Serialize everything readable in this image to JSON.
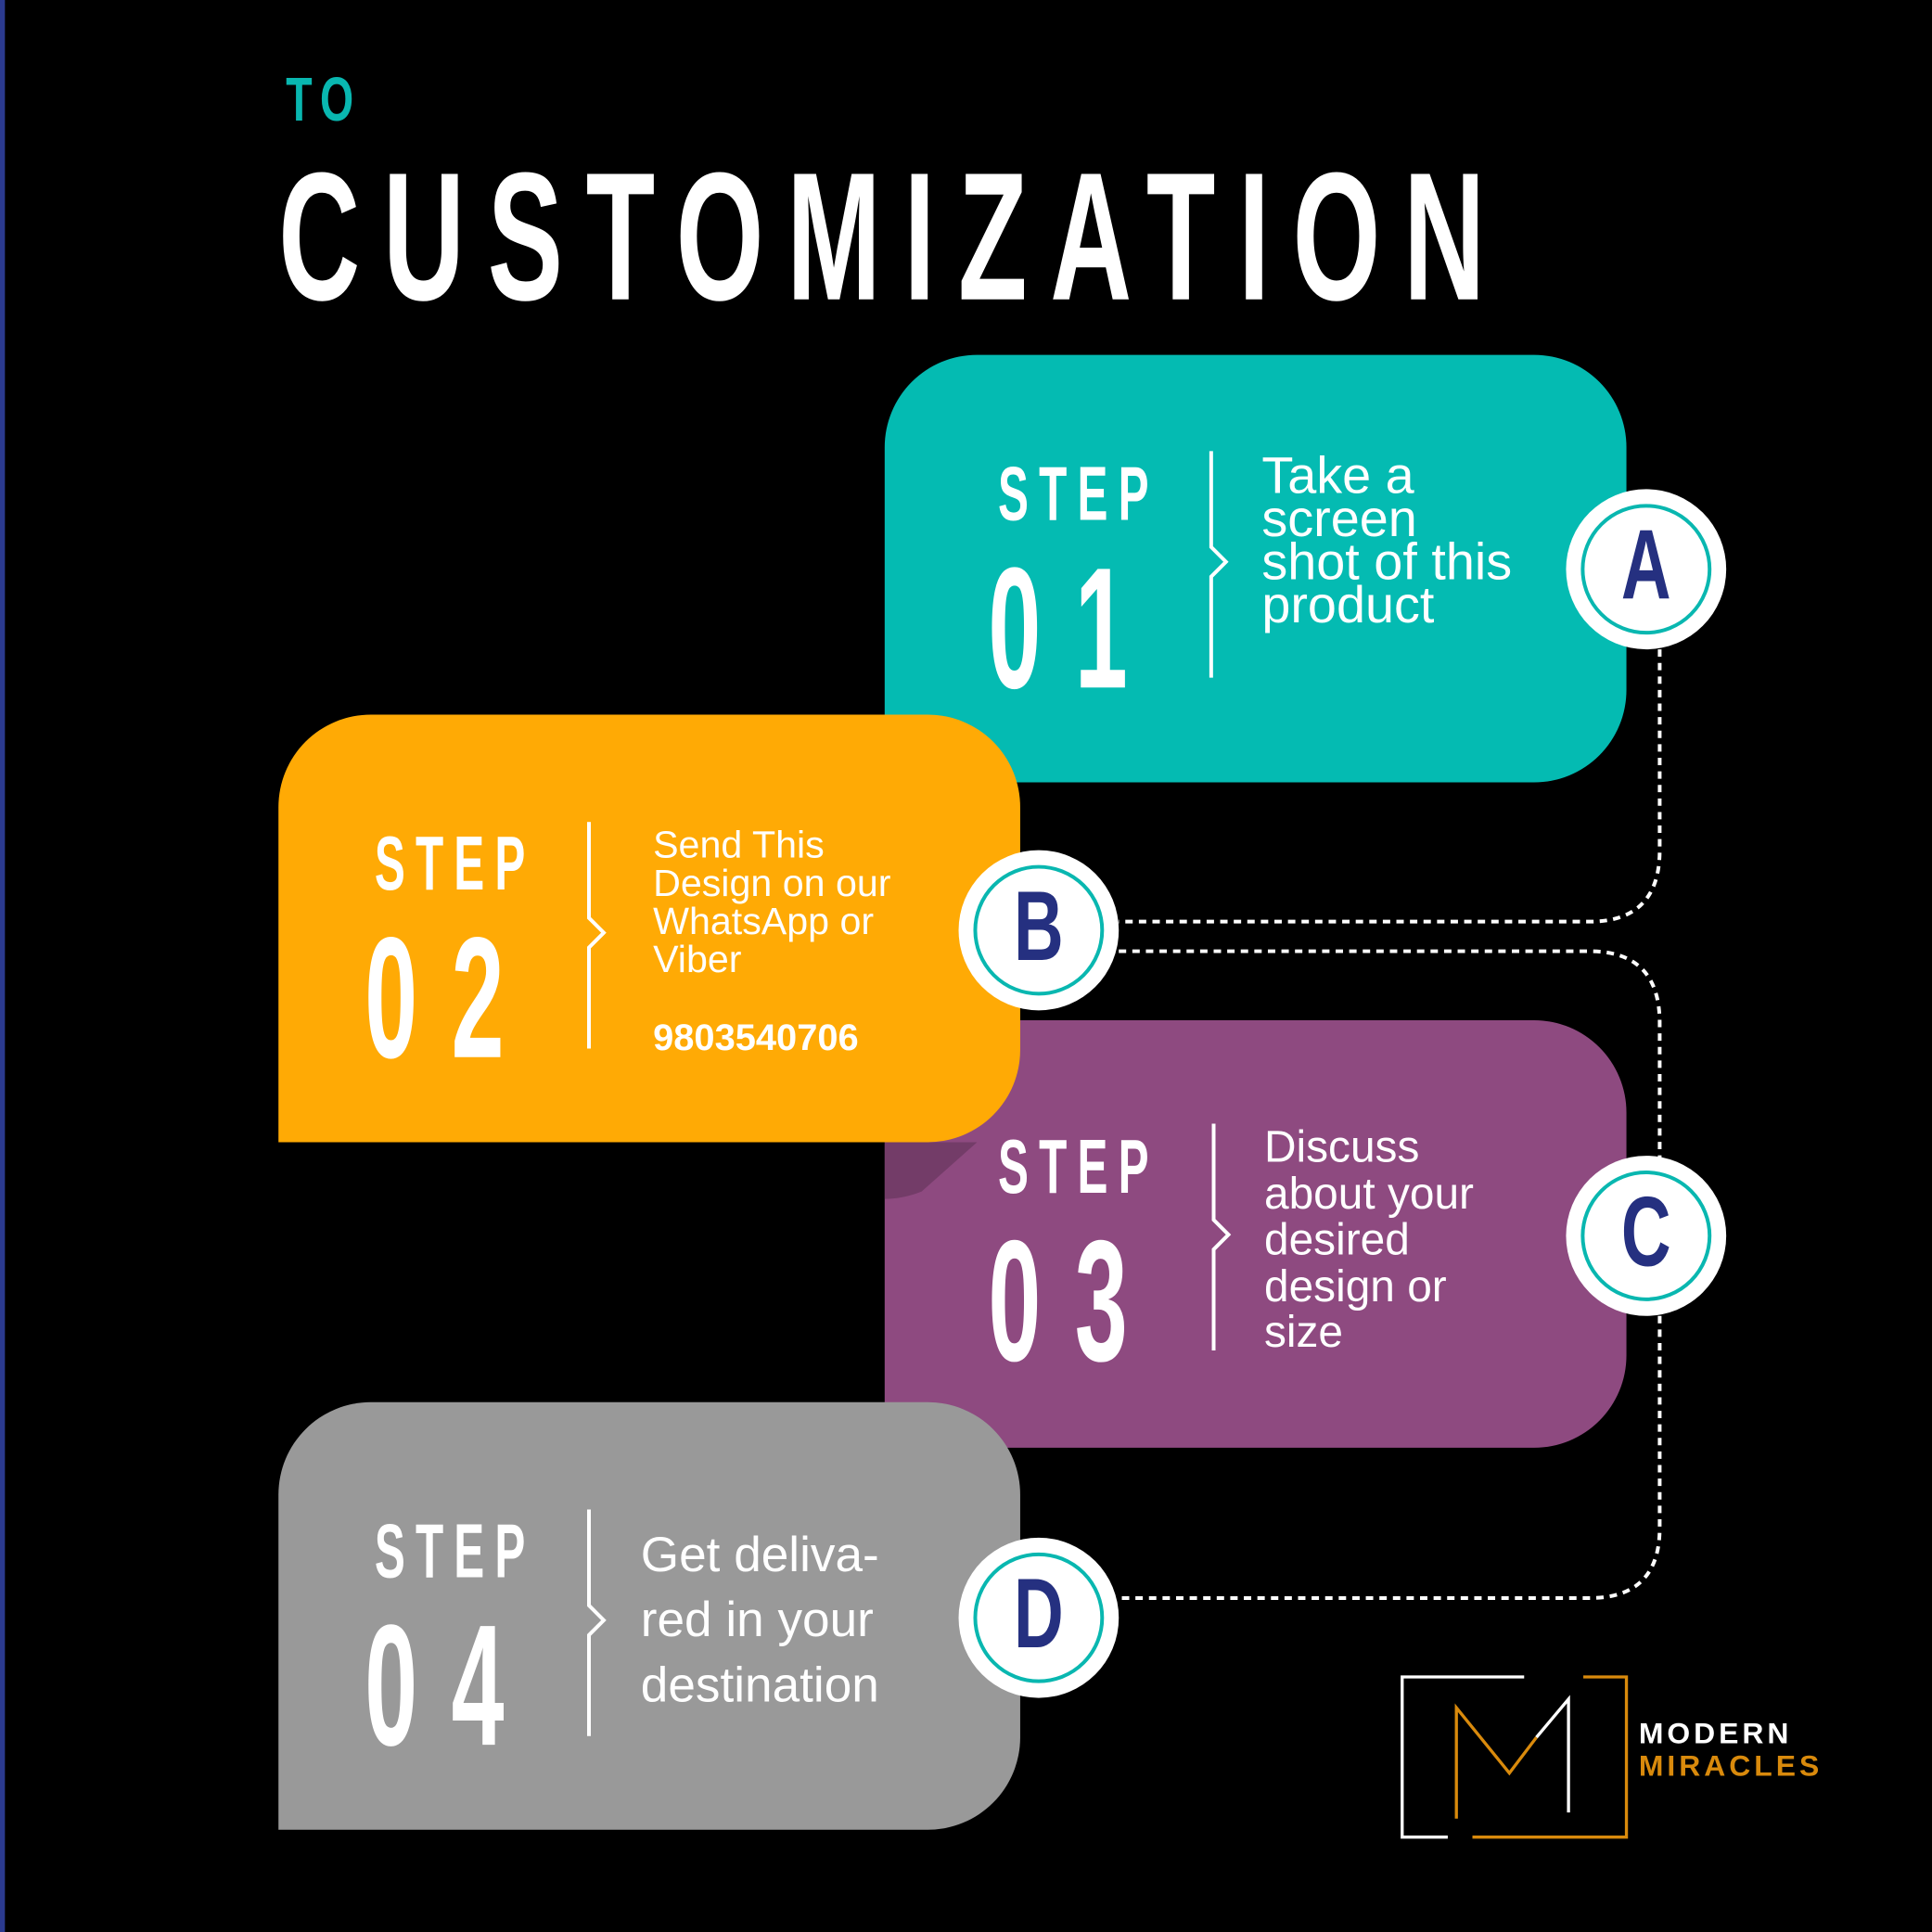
{
  "header": {
    "eyebrow": "TO",
    "title": "CUSTOMIZATION"
  },
  "steps": [
    {
      "label": "STEP",
      "number": "01",
      "description": "Take a\nscreen\nshot of this\nproduct",
      "badge": "A",
      "color": "#04BBB2"
    },
    {
      "label": "STEP",
      "number": "02",
      "description": "Send This\nDesign on our\nWhatsApp or\nViber",
      "phone": "9803540706",
      "badge": "B",
      "color": "#FFAA05"
    },
    {
      "label": "STEP",
      "number": "03",
      "description": "Discuss\nabout your\ndesired\ndesign or\nsize",
      "badge": "C",
      "color": "#8E4A80"
    },
    {
      "label": "STEP",
      "number": "04",
      "description": "Get deliva-\nred in your\ndestination",
      "badge": "D",
      "color": "#999999"
    }
  ],
  "logo": {
    "line1": "MODERN",
    "line2": "MIRACLES",
    "accent": "#D98A0C"
  }
}
